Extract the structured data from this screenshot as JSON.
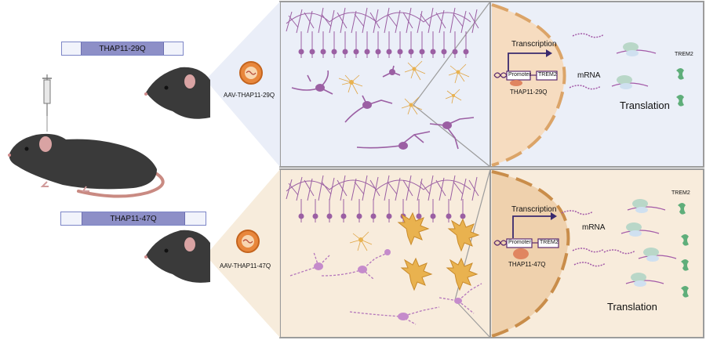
{
  "constructs": {
    "top": "THAP11-29Q",
    "bottom": "THAP11-47Q"
  },
  "viruses": {
    "top": "AAV-THAP11-29Q",
    "bottom": "AAV-THAP11-47Q"
  },
  "top_panel": {
    "transcription": "Transcription",
    "promoter": "Promoter",
    "gene": "TREM2",
    "factor": "THAP11-29Q",
    "mrna": "mRNA",
    "translation": "Translation",
    "protein": "TREM2"
  },
  "bottom_panel": {
    "transcription": "Transcription",
    "promoter": "Promoter",
    "gene": "TREM2",
    "factor": "THAP11-47Q",
    "mrna": "mRNA",
    "translation": "Translation",
    "protein": "TREM2"
  },
  "colors": {
    "top_bg": "#ebeff8",
    "bottom_bg": "#f8ecdc",
    "neuron": "#9b5fa3",
    "glia": "#e0a545",
    "construct": "#8d8fc7",
    "trem2": "#5fae7a"
  }
}
